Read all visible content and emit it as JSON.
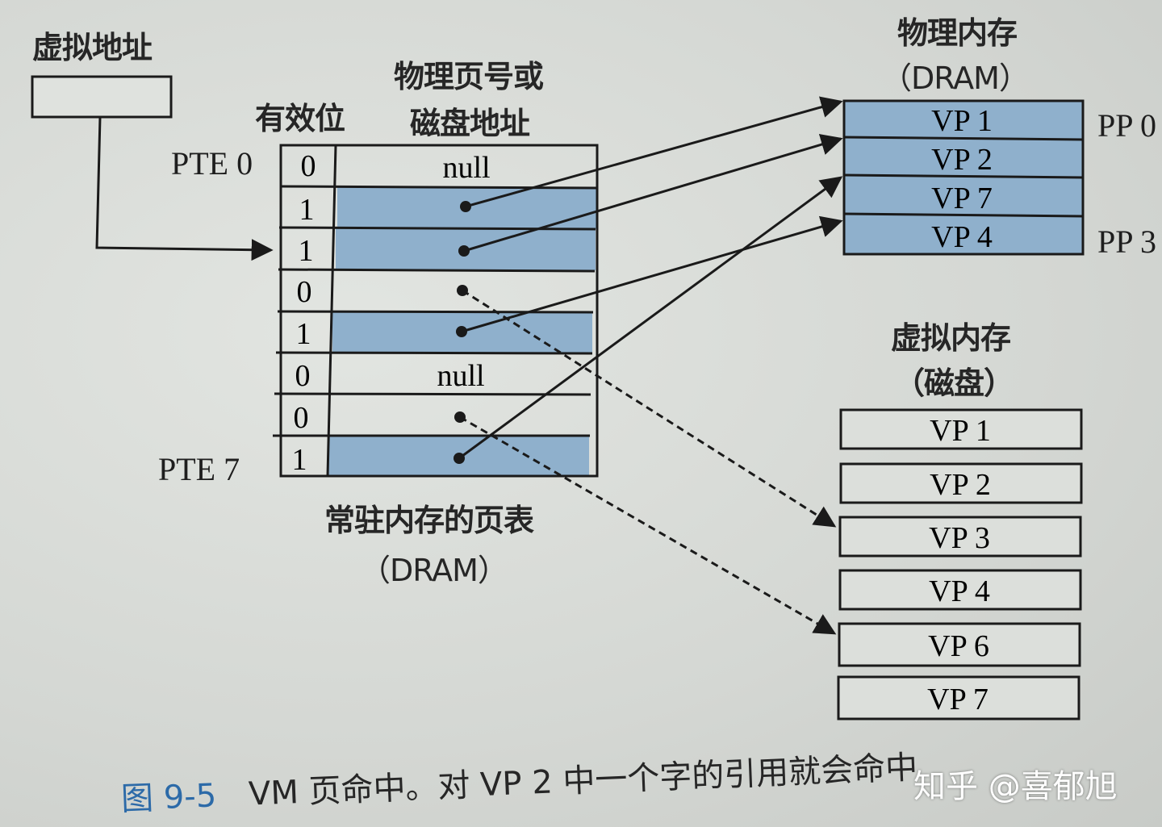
{
  "virtual_address": {
    "label": "虚拟地址"
  },
  "page_table": {
    "valid_header": "有效位",
    "addr_header_line1": "物理页号或",
    "addr_header_line2": "磁盘地址",
    "first_label": "PTE 0",
    "last_label": "PTE 7",
    "caption_line1": "常驻内存的页表",
    "caption_line2": "（DRAM）",
    "rows": [
      {
        "valid": "0",
        "addr": "null",
        "kind": "null"
      },
      {
        "valid": "1",
        "addr": "",
        "kind": "physical",
        "target": "VP 1"
      },
      {
        "valid": "1",
        "addr": "",
        "kind": "physical",
        "target": "VP 2"
      },
      {
        "valid": "0",
        "addr": "",
        "kind": "disk",
        "target": "VP 3"
      },
      {
        "valid": "1",
        "addr": "",
        "kind": "physical",
        "target": "VP 4"
      },
      {
        "valid": "0",
        "addr": "null",
        "kind": "null"
      },
      {
        "valid": "0",
        "addr": "",
        "kind": "disk",
        "target": "VP 6"
      },
      {
        "valid": "1",
        "addr": "",
        "kind": "physical",
        "target": "VP 7"
      }
    ]
  },
  "physical_memory": {
    "title_line1": "物理内存",
    "title_line2": "（DRAM）",
    "pages": [
      "VP 1",
      "VP 2",
      "VP 7",
      "VP 4"
    ],
    "first_label": "PP 0",
    "last_label": "PP 3"
  },
  "virtual_memory": {
    "title_line1": "虚拟内存",
    "title_line2": "（磁盘）",
    "pages": [
      "VP 1",
      "VP 2",
      "VP 3",
      "VP 4",
      "VP 6",
      "VP 7"
    ]
  },
  "caption": {
    "figure": "图 9-5",
    "text": "VM 页命中。对 VP 2 中一个字的引用就会命中"
  },
  "watermark": "知乎 @喜郁旭",
  "colors": {
    "cell_blue": "#8fb0cc",
    "cell_white": "#e6e8e4",
    "line": "#1a1a1a",
    "figure_blue": "#2c6aa8"
  }
}
